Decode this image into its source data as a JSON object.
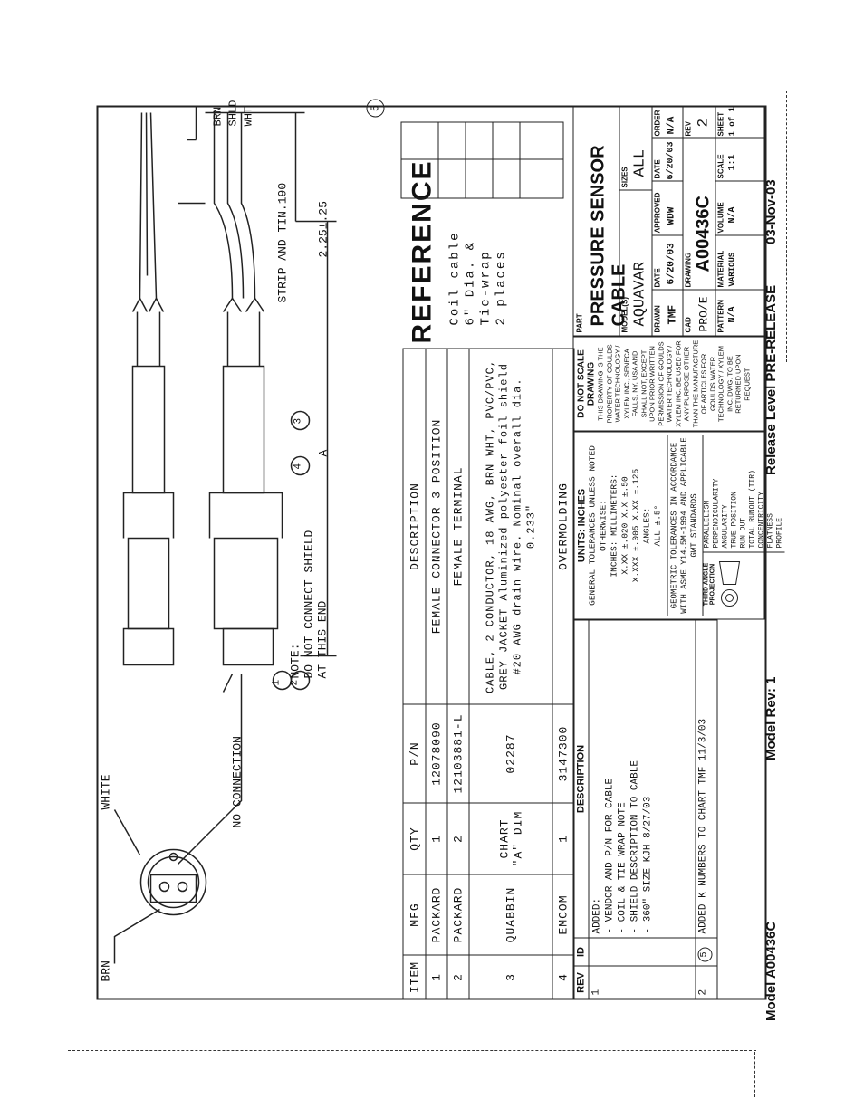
{
  "drawing": {
    "callouts": {
      "brn": "BRN",
      "white": "WHITE",
      "no_connection": "NO CONNECTION",
      "note_lines": [
        "NOTE:",
        "DO NOT CONNECT SHIELD",
        "AT THIS END"
      ],
      "strip": "STRIP AND TIN.190",
      "dim_length": "2.25±.25",
      "dim_a": "A",
      "wire_labels": [
        "BRN",
        "SHLD",
        "WHT"
      ],
      "balloons": [
        "1",
        "2",
        "3",
        "4",
        "5"
      ],
      "reference": "REFERENCE",
      "coil_lines": [
        "Coil cable",
        "6\" Dia. &",
        "Tie-wrap",
        "2 places"
      ]
    }
  },
  "bom": {
    "headers": [
      "ITEM",
      "MFG",
      "QTY",
      "P/N",
      "DESCRIPTION"
    ],
    "rows": [
      {
        "item": "1",
        "mfg": "PACKARD",
        "qty": "1",
        "pn": "12078090",
        "desc": "FEMALE CONNECTOR 3 POSITION"
      },
      {
        "item": "2",
        "mfg": "PACKARD",
        "qty": "2",
        "pn": "12103881-L",
        "desc": "FEMALE TERMINAL"
      },
      {
        "item": "3",
        "mfg": "QUABBIN",
        "qty": "CHART \"A\" DIM",
        "pn": "02287",
        "desc": "CABLE, 2 CONDUCTOR, 18 AWG, BRN WHT, PVC/PVC, GREY JACKET Aluminized polyester foil shield #20 AWG drain wire. Nominal overall dia. 0.233\""
      },
      {
        "item": "4",
        "mfg": "EMCOM",
        "qty": "1",
        "pn": "3147300",
        "desc": "OVERMOLDING"
      }
    ]
  },
  "revisions": {
    "headers": [
      "REV",
      "ID",
      "DESCRIPTION"
    ],
    "rows": [
      {
        "rev": "1",
        "id": "",
        "desc": "ADDED:\n- VENDOR AND P/N FOR CABLE\n- COIL & TIE WRAP NOTE\n- SHIELD DESCRIPTION TO CABLE\n- 360\" SIZE          KJH 8/27/03"
      },
      {
        "rev": "2",
        "id": "5",
        "desc": "ADDED K NUMBERS TO CHART TMF 11/3/03"
      }
    ]
  },
  "title_block": {
    "units": "UNITS: INCHES",
    "tolerance": "GENERAL TOLERANCES UNLESS NOTED OTHERWISE:\nINCHES:  MILLIMETERS:\nX.XX ±.020  X.X ±.50\nX.XXX ±.005 X.XX ±.125\nANGLES:\nALL ±.5°",
    "gdt": "GEOMETRIC TOLERANCES IN ACCORDANCE WITH ASME Y14.5M-1994 AND APPLICABLE GWT STANDARDS",
    "projection": "THIRD ANGLE PROJECTION",
    "gdt_symbols": "PARALLELISM\nPERPENDICULARITY\nANGULARITY\nTRUE POSITION\nRUN OUT\nTOTAL RUNOUT (TIR)\nCONCENTRICITY\nFLATNESS\nPROFILE",
    "do_not_scale": "DO NOT SCALE DRAWING",
    "property": "THIS DRAWING IS THE PROPERTY OF GOULDS WATER TECHNOLOGY / XYLEM INC., SENECA FALLS, NY, USA AND SHALL NOT, EXCEPT UPON PRIOR WRITTEN PERMISSION OF GOULDS WATER TECHNOLOGY / XYLEM INC. BE USED FOR ANY PURPOSE OTHER THAN THE MANUFACTURE OF ARTICLES FOR GOULDS WATER TECHNOLOGY / XYLEM INC. DWG. TO BE RETURNED UPON REQUEST.",
    "part_label": "PART",
    "part": "PRESSURE SENSOR CABLE",
    "models_label": "MODEL(S)",
    "models": "AQUAVAR",
    "sizes_label": "SIZES",
    "sizes": "ALL",
    "drawn_label": "DRAWN",
    "drawn": "TMF",
    "date_label": "DATE",
    "date1": "6/20/03",
    "approved_label": "APPROVED",
    "approved": "WDW",
    "date2": "6/20/03",
    "order_label": "ORDER",
    "order": "N/A",
    "cad_label": "CAD",
    "cad": "PRO/E",
    "drawing_label": "DRAWING",
    "drawing": "A00436C",
    "rev_label": "REV",
    "rev": "2",
    "pattern_label": "PATTERN",
    "pattern": "N/A",
    "material_label": "MATERIAL",
    "material": "VARIOUS",
    "volume_label": "VOLUME",
    "volume": "N/A",
    "scale_label": "SCALE",
    "scale": "1:1",
    "sheet_label": "SHEET",
    "sheet": "1 of 1"
  },
  "footer": {
    "model": "Model A00436C",
    "model_rev": "Model Rev: 1",
    "release": "Release Level PRE-RELEASE",
    "date": "03-Nov-03"
  }
}
